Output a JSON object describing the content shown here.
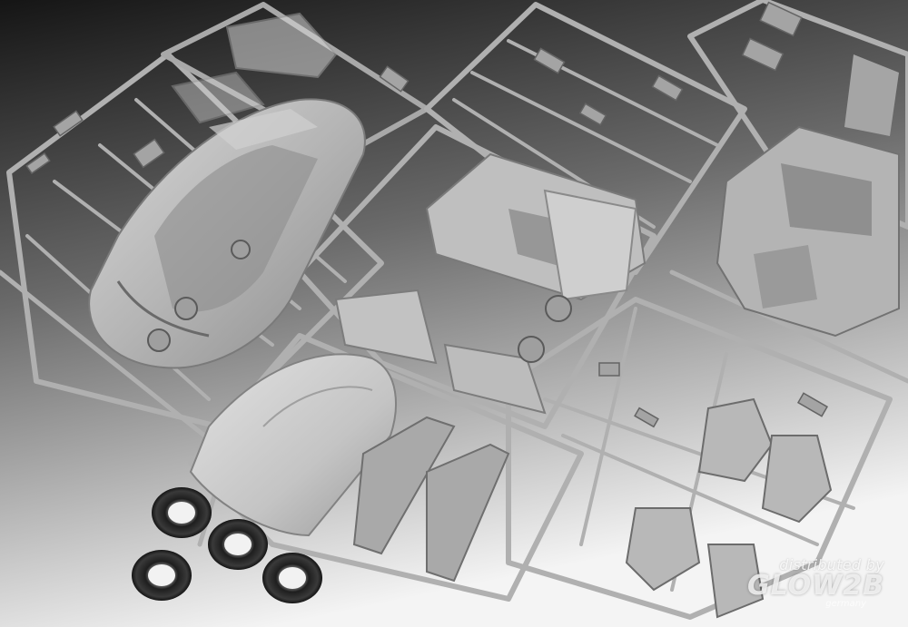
{
  "scene": {
    "subject": "scale-model-kit-sprues",
    "colors": {
      "background_top": "#1c1c1c",
      "background_bottom": "#f2f2f2",
      "plastic_light": "#c9c9c9",
      "plastic_mid": "#a6a6a6",
      "plastic_dark": "#6e6e6e",
      "tire": "#2b2b2b"
    }
  },
  "watermark": {
    "line1": "distributed by",
    "logo": "GLOW2B",
    "line3": "germany"
  }
}
